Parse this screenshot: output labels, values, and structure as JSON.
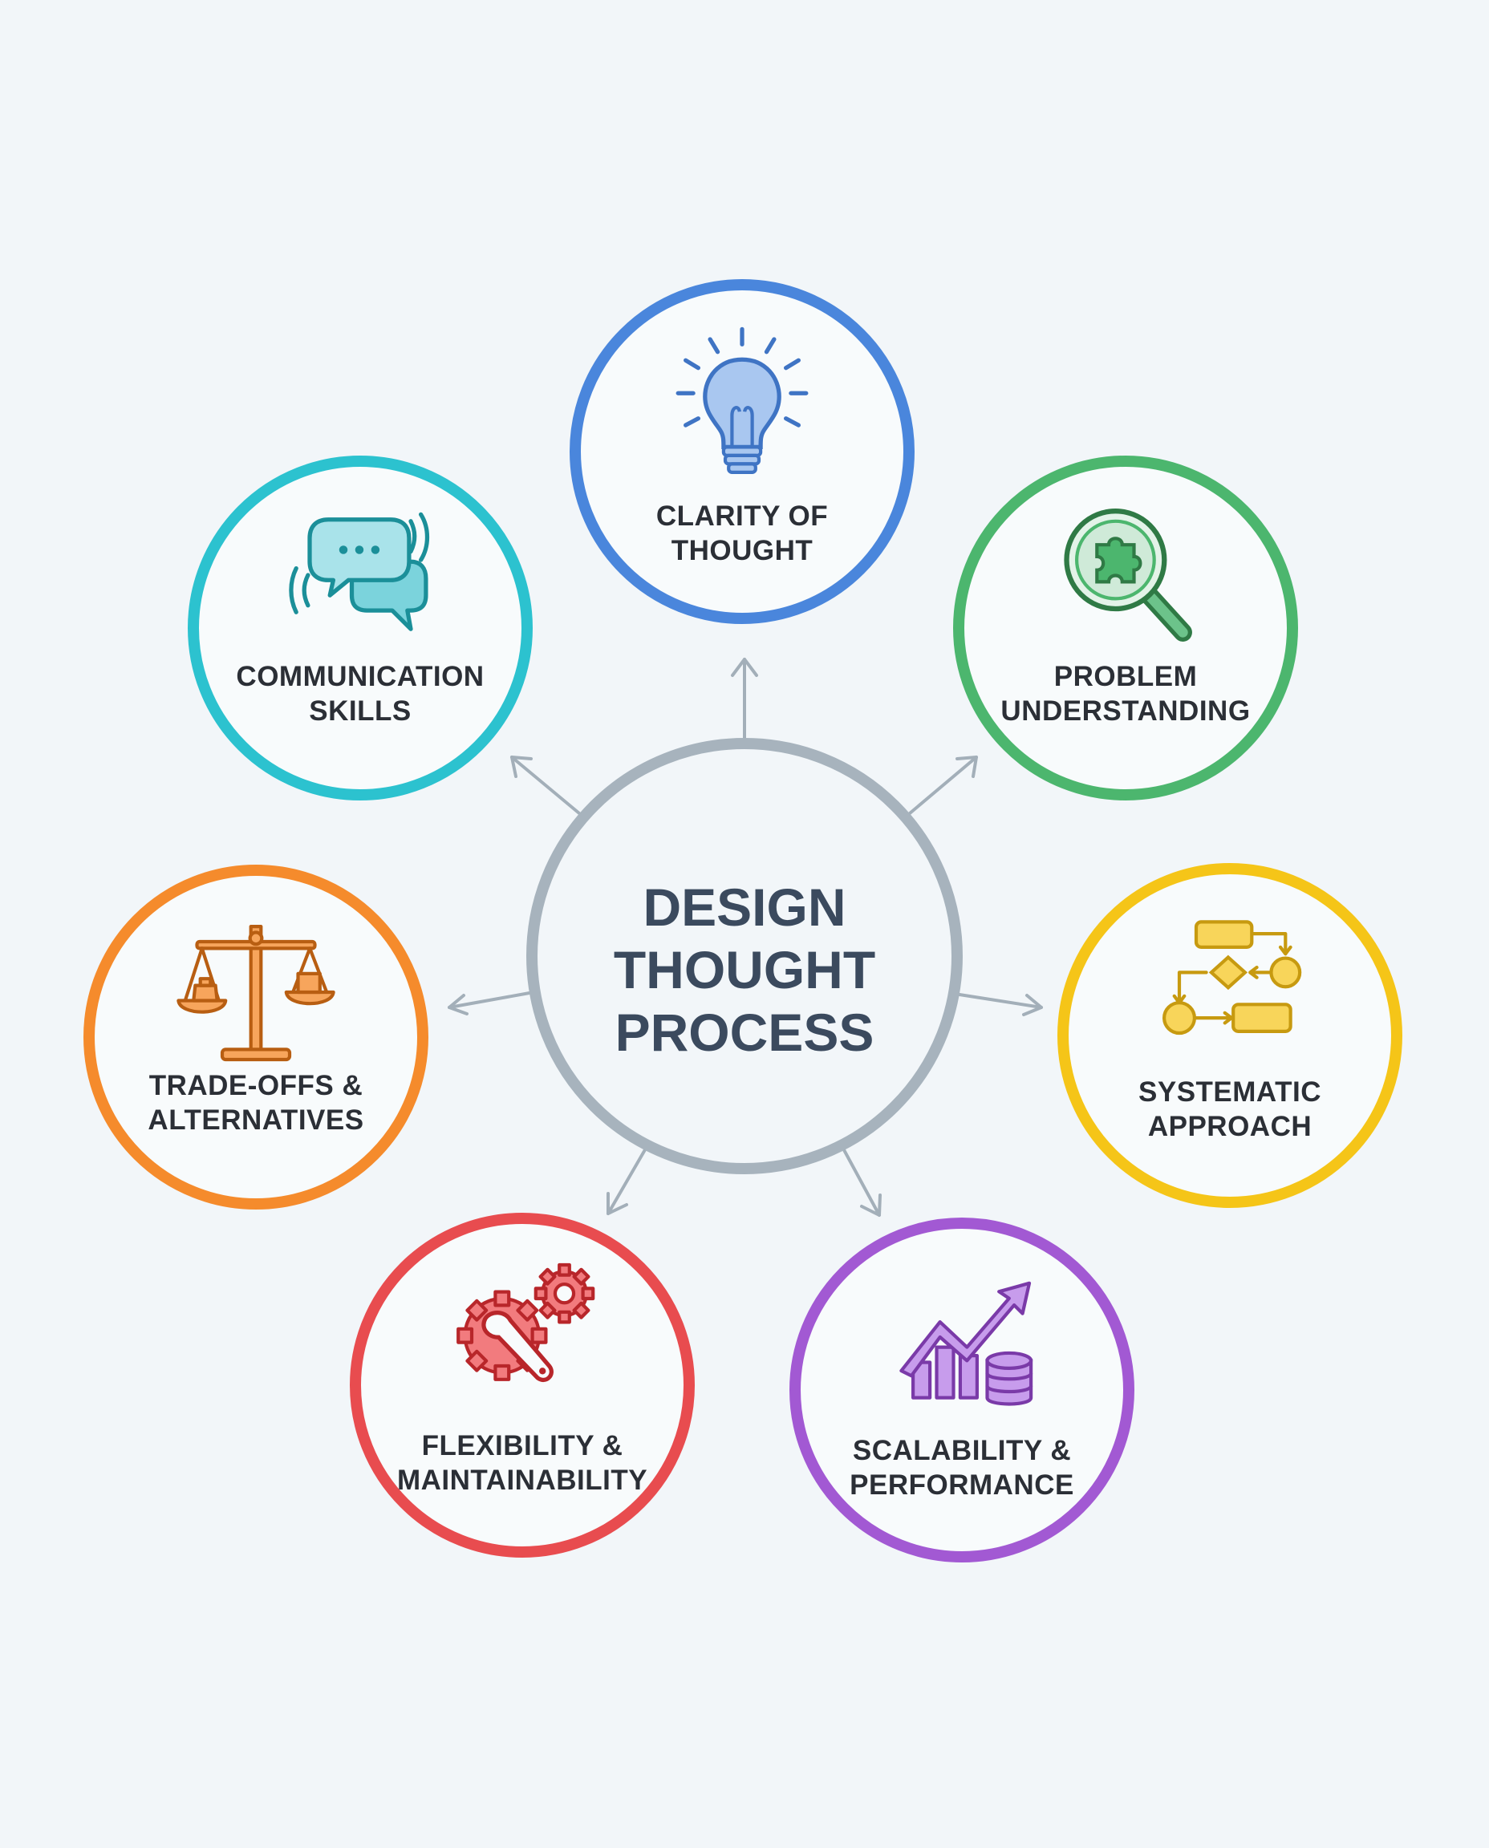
{
  "center": {
    "lines": [
      "DESIGN",
      "THOUGHT",
      "PROCESS"
    ]
  },
  "nodes": {
    "clarity": {
      "lines": [
        "CLARITY OF",
        "THOUGHT"
      ],
      "color": "#4a86dc",
      "icon": "lightbulb-icon"
    },
    "problem": {
      "lines": [
        "PROBLEM",
        "UNDERSTANDING"
      ],
      "color": "#4cb66e",
      "icon": "magnifier-puzzle-icon"
    },
    "systematic": {
      "lines": [
        "SYSTEMATIC",
        "APPROACH"
      ],
      "color": "#f5c518",
      "icon": "flowchart-icon"
    },
    "scalability": {
      "lines": [
        "SCALABILITY &",
        "PERFORMANCE"
      ],
      "color": "#a259d3",
      "icon": "growth-chart-icon"
    },
    "flexibility": {
      "lines": [
        "FLEXIBILITY &",
        "MAINTAINABILITY"
      ],
      "color": "#e84c4f",
      "icon": "gear-wrench-icon"
    },
    "tradeoffs": {
      "lines": [
        "TRADE-OFFS &",
        "ALTERNATIVES"
      ],
      "color": "#f58b2c",
      "icon": "balance-scale-icon"
    },
    "communication": {
      "lines": [
        "COMMUNICATION",
        "SKILLS"
      ],
      "color": "#2cc2cf",
      "icon": "speech-bubbles-icon"
    }
  },
  "colors": {
    "background": "#f2f6f9",
    "center_ring": "#a7b3bd",
    "arrows": "#a3afb9",
    "text": "#2b2f36",
    "title": "#3b4a5e"
  }
}
